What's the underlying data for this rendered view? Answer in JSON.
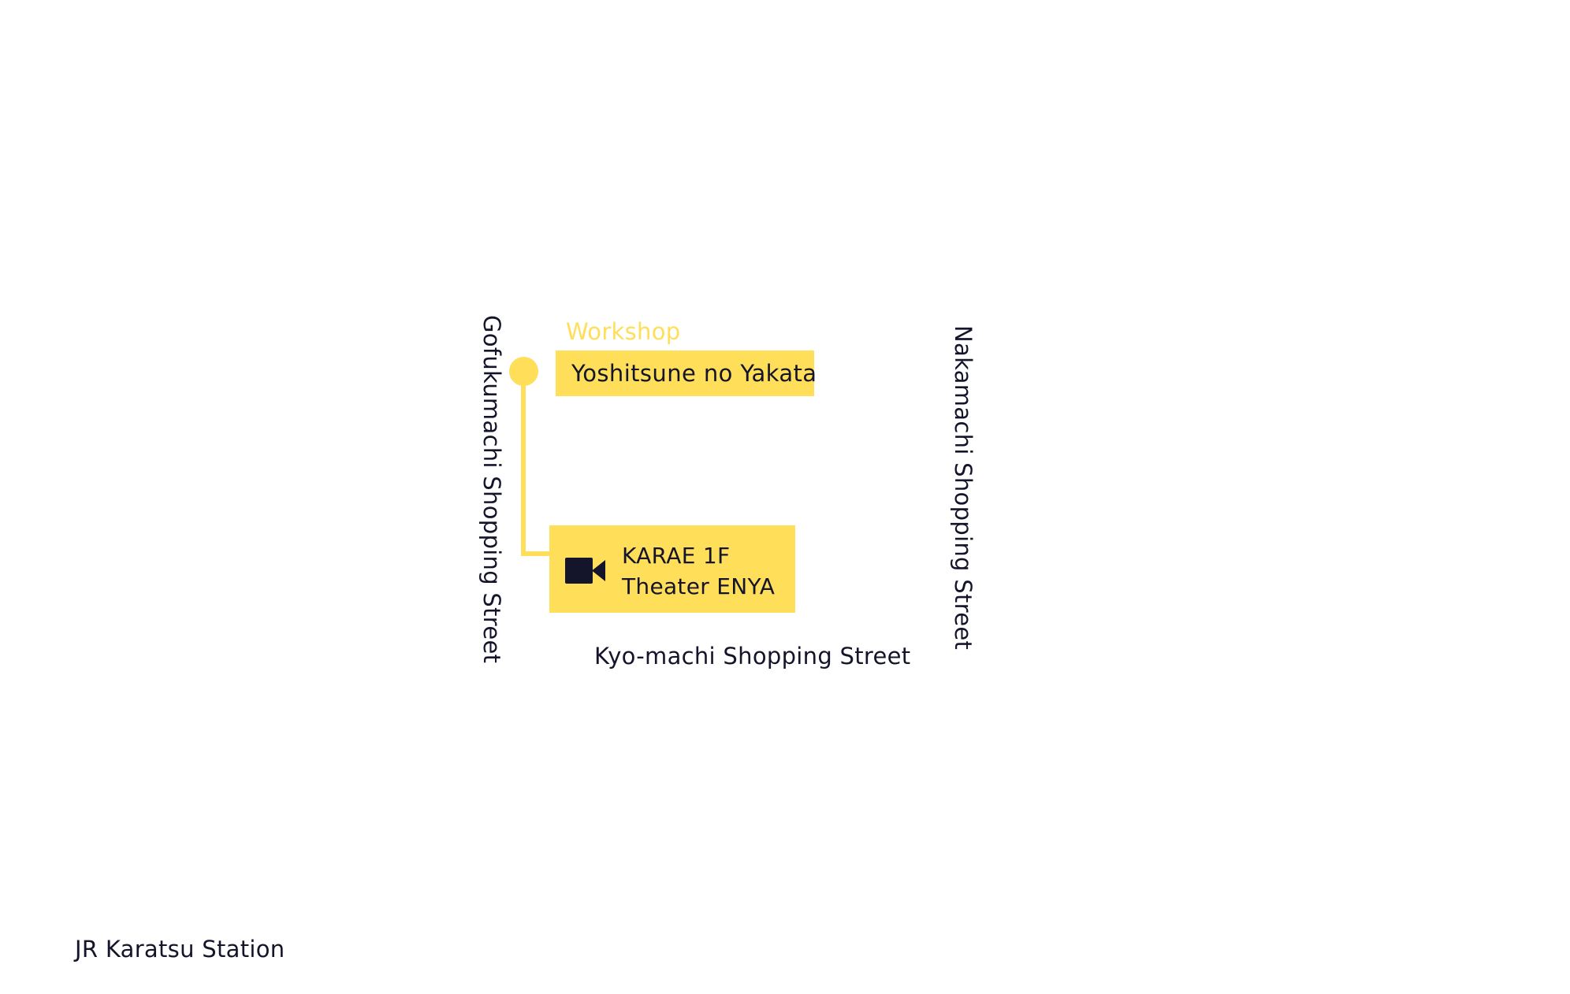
{
  "map": {
    "streets": {
      "gofukumachi": "Gofukumachi Shopping Street",
      "nakamachi": "Nakamachi Shopping Street",
      "kyomachi": "Kyo-machi Shopping Street"
    },
    "station": "JR Karatsu Station",
    "category": "Workshop",
    "places": {
      "yoshitsune": "Yoshitsune no Yakata",
      "karae_line1": "KARAE 1F",
      "karae_line2": "Theater ENYA"
    },
    "icons": {
      "marker": "location-dot-icon",
      "karae": "video-camera-icon"
    },
    "colors": {
      "accent": "#ffde59",
      "text": "#14142b",
      "background": "#ffffff"
    }
  }
}
